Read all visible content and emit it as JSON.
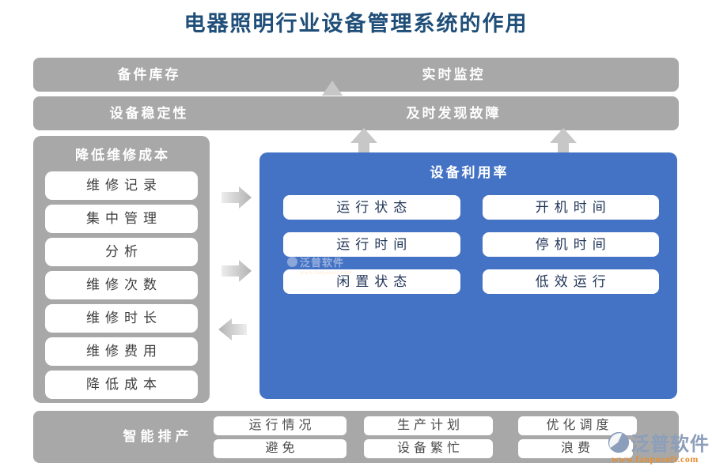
{
  "title": "电器照明行业设备管理系统的作用",
  "colors": {
    "bar_gray": "#A8A8A8",
    "panel_blue": "#4472C4",
    "title_navy": "#1F4E79",
    "arrow_gray": "#C7C7C7",
    "logo_blue_gray": "#8B9EBB",
    "url_orange": "#E58E2F"
  },
  "top_bars": [
    {
      "left_label": "备件库存",
      "center_label": "实时监控"
    },
    {
      "left_label": "设备稳定性",
      "center_label": "及时发现故障"
    }
  ],
  "left_panel": {
    "title": "降低维修成本",
    "items": [
      "维修记录",
      "集中管理",
      "分析",
      "维修次数",
      "维修时长",
      "维修费用",
      "降低成本"
    ]
  },
  "blue_panel": {
    "title": "设备利用率",
    "items": [
      "运行状态",
      "开机时间",
      "运行时间",
      "停机时间",
      "闲置状态",
      "低效运行"
    ]
  },
  "bottom_bar": {
    "label": "智能排产",
    "rows": [
      [
        "运行情况",
        "生产计划",
        "优化调度"
      ],
      [
        "避免",
        "设备繁忙",
        "浪费"
      ]
    ]
  },
  "brand": {
    "name": "泛普软件",
    "url": "www.fanpusoft.com"
  }
}
